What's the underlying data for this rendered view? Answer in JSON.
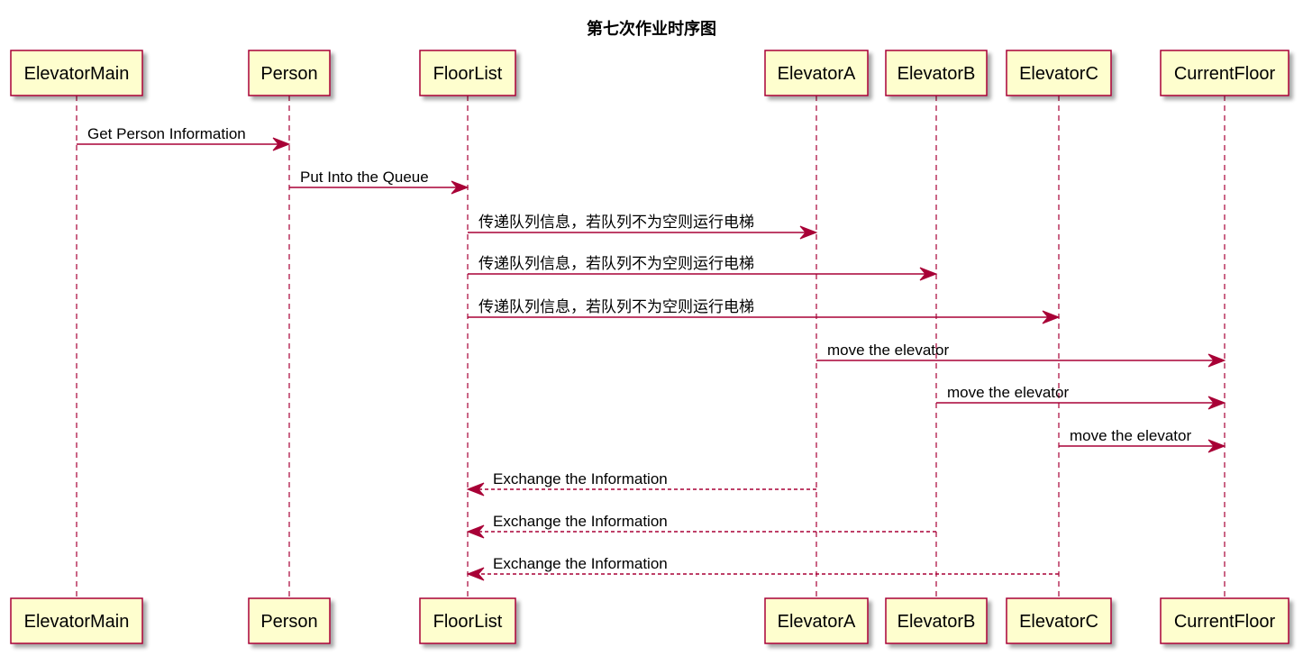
{
  "title": "第七次作业时序图",
  "colors": {
    "box_fill": "#FEFECE",
    "box_border": "#A80036",
    "lifeline": "#A80036",
    "arrow": "#A80036",
    "shadow": "#B0B0B0"
  },
  "participants": [
    {
      "id": "ElevatorMain",
      "label": "ElevatorMain"
    },
    {
      "id": "Person",
      "label": "Person"
    },
    {
      "id": "FloorList",
      "label": "FloorList"
    },
    {
      "id": "ElevatorA",
      "label": "ElevatorA"
    },
    {
      "id": "ElevatorB",
      "label": "ElevatorB"
    },
    {
      "id": "ElevatorC",
      "label": "ElevatorC"
    },
    {
      "id": "CurrentFloor",
      "label": "CurrentFloor"
    }
  ],
  "messages": [
    {
      "from": "ElevatorMain",
      "to": "Person",
      "label": "Get Person Information",
      "style": "solid"
    },
    {
      "from": "Person",
      "to": "FloorList",
      "label": "Put Into the Queue",
      "style": "solid"
    },
    {
      "from": "FloorList",
      "to": "ElevatorA",
      "label": "传递队列信息，若队列不为空则运行电梯",
      "style": "solid"
    },
    {
      "from": "FloorList",
      "to": "ElevatorB",
      "label": "传递队列信息，若队列不为空则运行电梯",
      "style": "solid"
    },
    {
      "from": "FloorList",
      "to": "ElevatorC",
      "label": "传递队列信息，若队列不为空则运行电梯",
      "style": "solid"
    },
    {
      "from": "ElevatorA",
      "to": "CurrentFloor",
      "label": "move the elevator",
      "style": "solid"
    },
    {
      "from": "ElevatorB",
      "to": "CurrentFloor",
      "label": "move the elevator",
      "style": "solid"
    },
    {
      "from": "ElevatorC",
      "to": "CurrentFloor",
      "label": "move the elevator",
      "style": "solid"
    },
    {
      "from": "ElevatorA",
      "to": "FloorList",
      "label": "Exchange the Information",
      "style": "dashed"
    },
    {
      "from": "ElevatorB",
      "to": "FloorList",
      "label": "Exchange the Information",
      "style": "dashed"
    },
    {
      "from": "ElevatorC",
      "to": "FloorList",
      "label": "Exchange the Information",
      "style": "dashed"
    }
  ]
}
